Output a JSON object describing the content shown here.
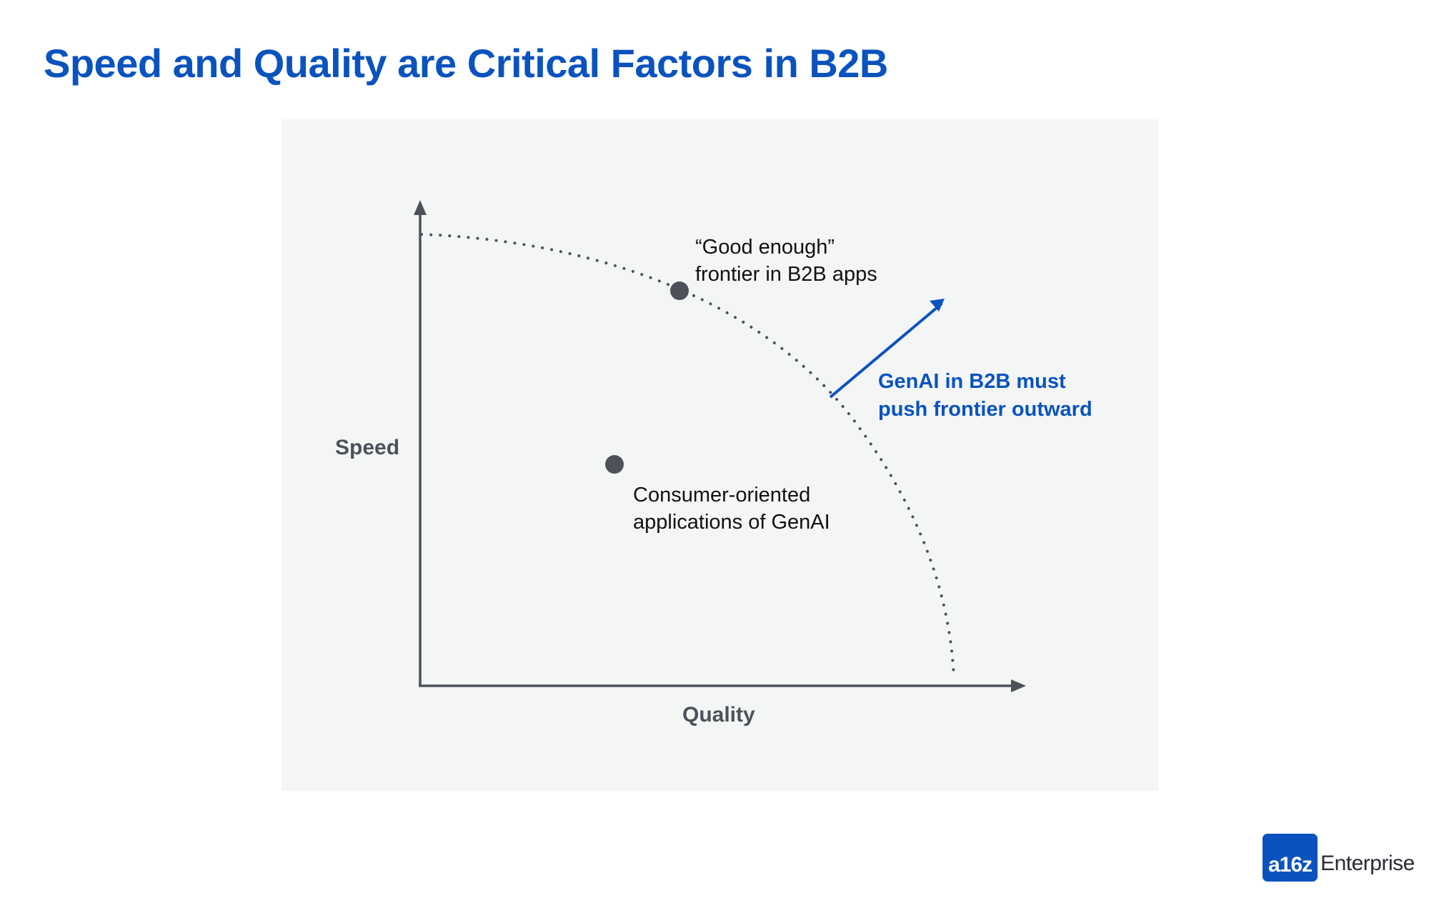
{
  "title": "Speed and Quality are Critical Factors in B2B",
  "diagram": {
    "axes": {
      "y_label": "Speed",
      "x_label": "Quality"
    },
    "points": [
      {
        "id": "good-enough-frontier",
        "label_lines": [
          "“Good enough”",
          "frontier in B2B apps"
        ]
      },
      {
        "id": "consumer-genai",
        "label_lines": [
          "Consumer-oriented",
          "applications of GenAI"
        ]
      }
    ],
    "frontier_curve": "dotted",
    "arrow_callout": {
      "lines": [
        "GenAI in B2B must",
        "push frontier outward"
      ]
    }
  },
  "brand": {
    "mark": "a16z",
    "name": "Enterprise"
  },
  "colors": {
    "accent_blue": "#0a53be",
    "axis_gray": "#4d5159",
    "panel_bg": "#f4f6f6",
    "point_fill": "#4d5159"
  }
}
